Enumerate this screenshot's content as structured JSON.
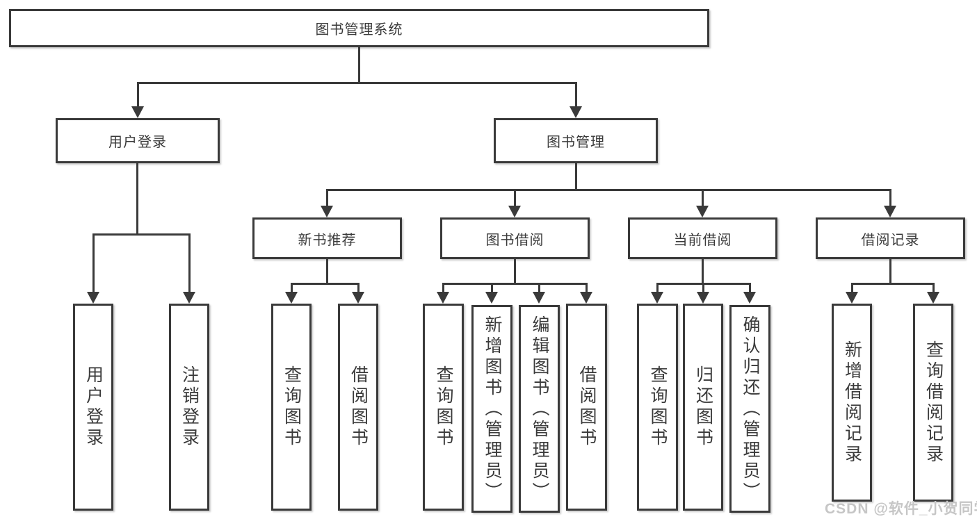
{
  "title": "图书管理系统",
  "watermark": "CSDN @软件_小贺同学",
  "colors": {
    "line": "#3a3a3a",
    "text": "#3a3a3a",
    "watermark": "#c6c6c6",
    "background": "#ffffff"
  },
  "tree": {
    "label": "图书管理系统",
    "children": [
      {
        "label": "用户登录",
        "children": [
          {
            "label": "用户登录"
          },
          {
            "label": "注销登录"
          }
        ]
      },
      {
        "label": "图书管理",
        "children": [
          {
            "label": "新书推荐",
            "children": [
              {
                "label": "查询图书"
              },
              {
                "label": "借阅图书"
              }
            ]
          },
          {
            "label": "图书借阅",
            "children": [
              {
                "label": "查询图书"
              },
              {
                "label": "新增图书（管理员）"
              },
              {
                "label": "编辑图书（管理员）"
              },
              {
                "label": "借阅图书"
              }
            ]
          },
          {
            "label": "当前借阅",
            "children": [
              {
                "label": "查询图书"
              },
              {
                "label": "归还图书"
              },
              {
                "label": "确认归还（管理员）"
              }
            ]
          },
          {
            "label": "借阅记录",
            "children": [
              {
                "label": "新增借阅记录"
              },
              {
                "label": "查询借阅记录"
              }
            ]
          }
        ]
      }
    ]
  }
}
